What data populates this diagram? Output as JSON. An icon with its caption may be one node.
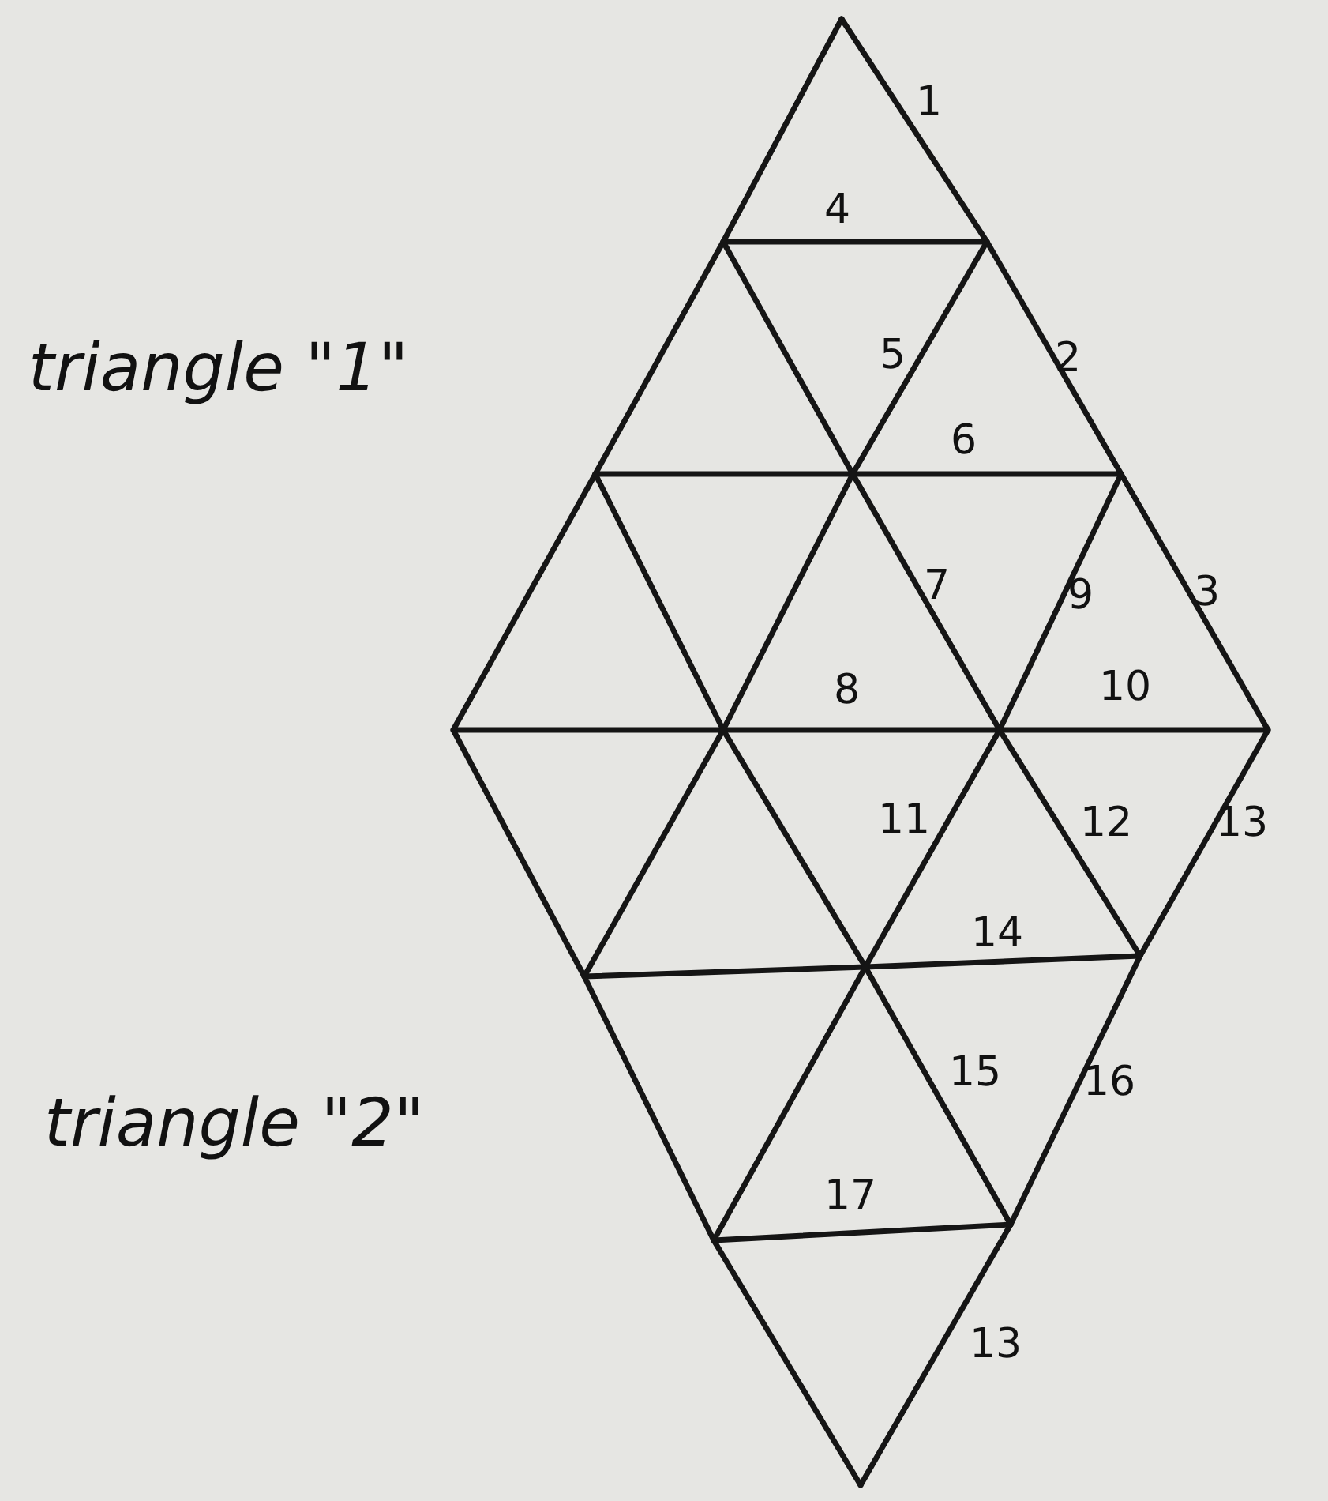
{
  "diagram": {
    "labels": [
      "1",
      "4",
      "triangle \"1\"",
      "5",
      "2",
      "6",
      "7",
      "9",
      "3",
      "8",
      "10",
      "11",
      "12",
      "13",
      "14",
      "triangle \"2\"",
      "15",
      "16",
      "17",
      "13"
    ]
  }
}
